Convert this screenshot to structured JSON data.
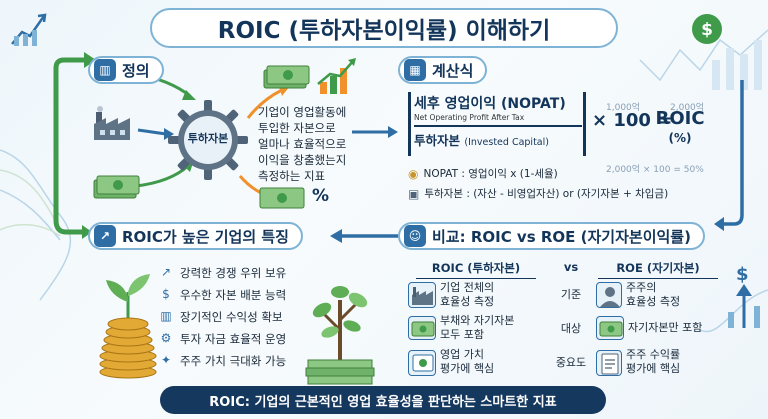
{
  "title": "ROIC (투하자본이익률) 이해하기",
  "definition": {
    "heading": "정의",
    "gear_label": "투하자본",
    "text_lines": [
      "기업이 영업활동에",
      "투입한 자본으로",
      "얼마나 효율적으로",
      "이익을 창출했는지",
      "측정하는 지표"
    ],
    "percent_sign": "%"
  },
  "formula": {
    "heading": "계산식",
    "numerator": "세후 영업이익 (NOPAT)",
    "numerator_sub": "Net Operating Profit After Tax",
    "denominator": "투하자본",
    "denominator_en": "(Invested Capital)",
    "times": "× 100 =",
    "result": "ROIC",
    "result_unit": "(%)",
    "example_num": "1,000억",
    "example_den": "2,000억",
    "example_calc": "2,000억 × 100 = 50%",
    "notes": [
      "NOPAT : 영업이익 x (1-세율)",
      "투하자본 : (자산 - 비영업자산) or (자기자본 + 차입금)"
    ]
  },
  "features": {
    "heading": "ROIC가 높은 기업의 특징",
    "items": [
      "강력한 경쟁 우위 보유",
      "우수한 자본 배분 능력",
      "장기적인 수익성 확보",
      "투자 자금 효율적 운영",
      "주주 가치 극대화 가능"
    ]
  },
  "comparison": {
    "heading": "비교: ROIC vs ROE (자기자본이익률)",
    "left_head": "ROIC (투하자본)",
    "vs": "vs",
    "right_head": "ROE (자기자본)",
    "rows": [
      {
        "left": [
          "기업 전체의",
          "효율성 측정"
        ],
        "mid": "기준",
        "right": [
          "주주의",
          "효율성 측정"
        ]
      },
      {
        "left": [
          "부채와 자기자본",
          "모두 포함"
        ],
        "mid": "대상",
        "right": [
          "자기자본만 포함"
        ]
      },
      {
        "left": [
          "영업 가치",
          "평가에 핵심"
        ],
        "mid": "중요도",
        "right": [
          "주주 수익률",
          "평가에 핵심"
        ]
      }
    ]
  },
  "footer": "ROIC: 기업의 근본적인 영업 효율성을 판단하는 스마트한 지표",
  "colors": {
    "navy": "#13355a",
    "accent": "#2f6ea5",
    "green": "#3f9a4a",
    "orange": "#f0912b"
  }
}
